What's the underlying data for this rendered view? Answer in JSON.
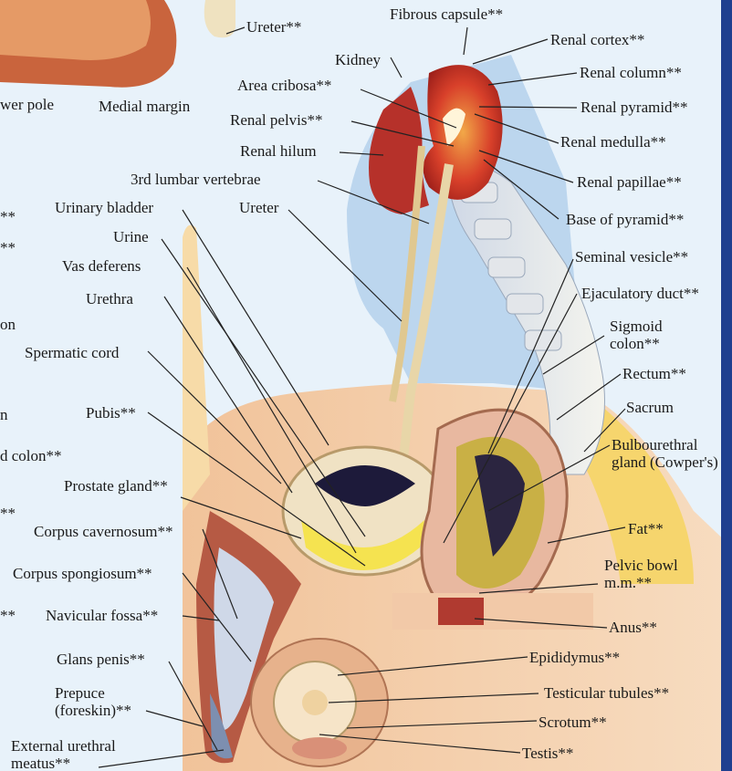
{
  "colors": {
    "background": "#e8f2fa",
    "edge_bar": "#1f3f8f",
    "leader": "#222222"
  },
  "labels": {
    "ureter_top": "Ureter**",
    "fibrous_capsule": "Fibrous capsule**",
    "renal_cortex": "Renal cortex**",
    "kidney": "Kidney",
    "renal_column": "Renal column**",
    "area_cribosa": "Area cribosa**",
    "renal_pyramid": "Renal pyramid**",
    "renal_pelvis": "Renal pelvis**",
    "renal_medulla": "Renal medulla**",
    "renal_hilum": "Renal hilum",
    "lower_pole": "wer pole",
    "medial_margin": "Medial margin",
    "lumbar_vertebrae": "3rd lumbar vertebrae",
    "renal_papillae": "Renal papillae**",
    "urinary_bladder": "Urinary bladder",
    "ureter": "Ureter",
    "base_of_pyramid": "Base of pyramid**",
    "urine": "Urine",
    "vas_deferens": "Vas deferens",
    "seminal_vesicle": "Seminal vesicle**",
    "urethra": "Urethra",
    "ejaculatory_duct": "Ejaculatory duct**",
    "sigmoid_colon": "Sigmoid colon**",
    "spermatic_cord": "Spermatic cord",
    "rectum": "Rectum**",
    "pubis": "Pubis**",
    "sacrum": "Sacrum",
    "bulbourethral_gland": "Bulbourethral gland (Cowper's)",
    "prostate_gland": "Prostate gland**",
    "corpus_cavernosum": "Corpus cavernosum**",
    "fat": "Fat**",
    "pelvic_bowl": "Pelvic bowl m.m.**",
    "corpus_spongiosum": "Corpus spongiosum**",
    "navicular_fossa": "Navicular fossa**",
    "anus": "Anus**",
    "glans_penis": "Glans penis**",
    "epididymus": "Epididymus**",
    "prepuce": "Prepuce (foreskin)**",
    "testicular_tubules": "Testicular tubules**",
    "scrotum": "Scrotum**",
    "external_urethral_meatus": "External urethral meatus**",
    "testis": "Testis**"
  },
  "left_fragments": [
    "**",
    "**",
    "on",
    "n",
    "d colon**",
    "**",
    "**"
  ]
}
